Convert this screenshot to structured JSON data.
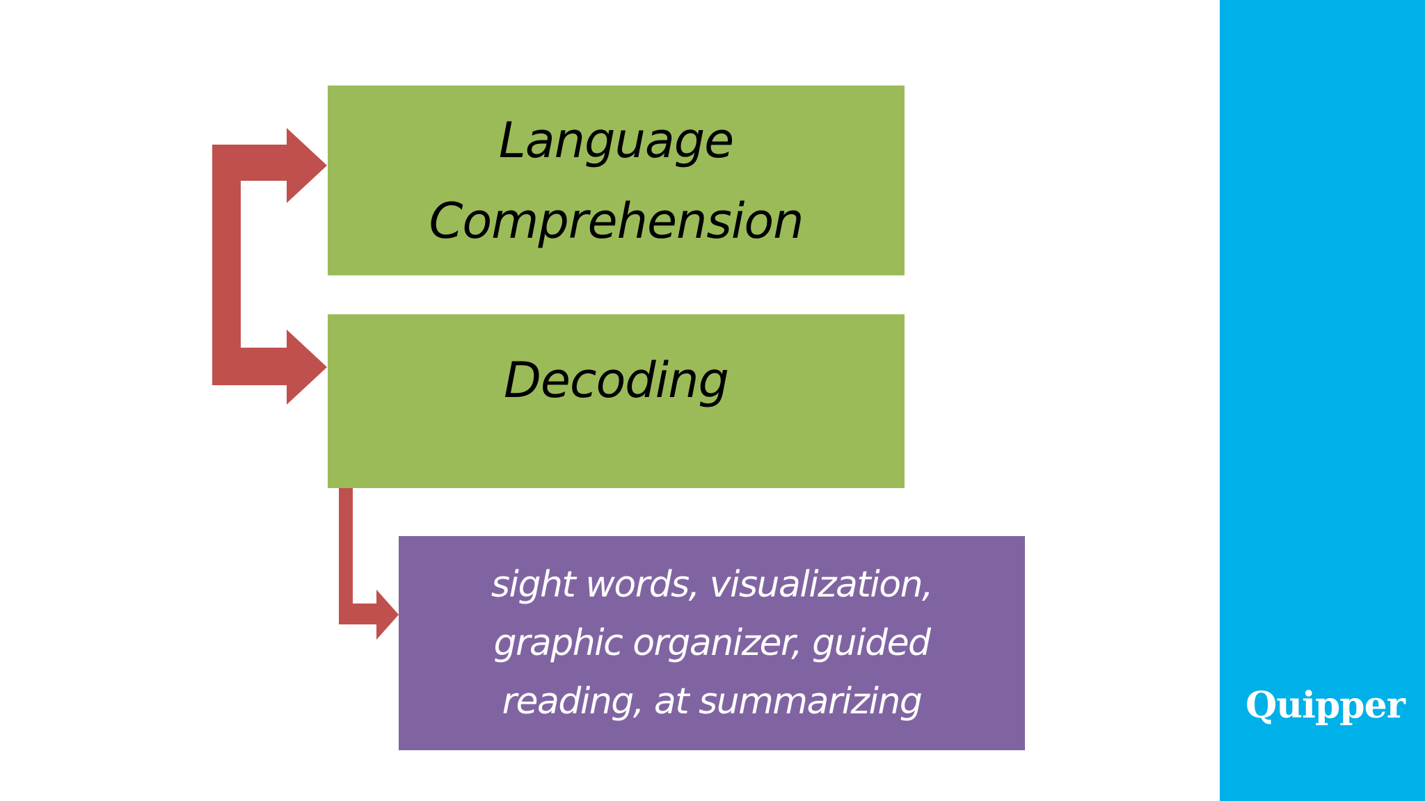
{
  "diagram": {
    "boxes": [
      {
        "id": "language",
        "label": "Language Comprehension",
        "fill": "#9bbb59"
      },
      {
        "id": "decoding",
        "label": "Decoding",
        "fill": "#9bbb59"
      },
      {
        "id": "strategies",
        "label": "sight words, visualization, graphic organizer, guided reading, at summarizing",
        "fill": "#8064a2"
      }
    ],
    "arrow_color": "#c0504d",
    "text_colors": {
      "title": "#000000",
      "detail": "#ffffff"
    }
  },
  "sidebar": {
    "color": "#00b0e8",
    "brand": "Quipper"
  }
}
